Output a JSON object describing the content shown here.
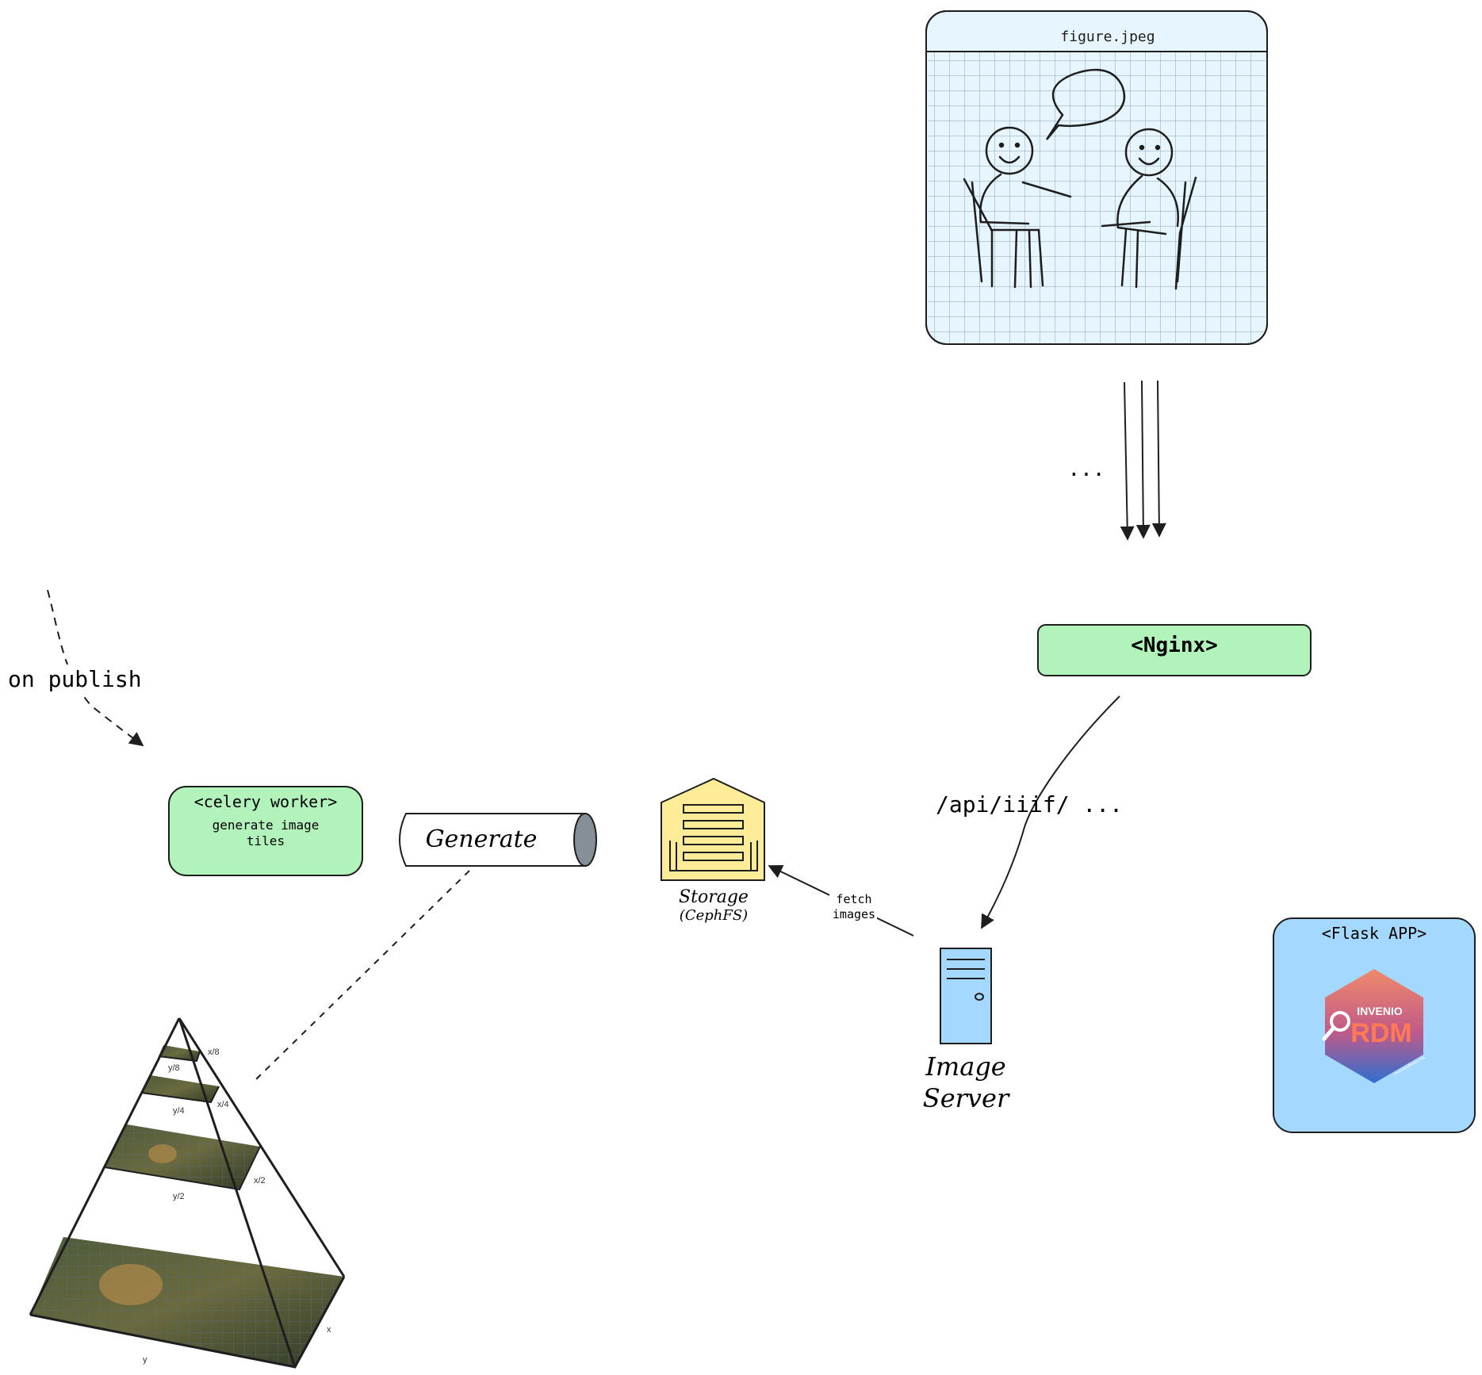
{
  "figure_card": {
    "title": "figure.jpeg"
  },
  "ellipsis": "...",
  "nginx": {
    "label": "<Nginx>"
  },
  "route_label": "/api/iiif/ ...",
  "on_publish": "on publish",
  "celery": {
    "title": "<celery worker>",
    "line1": "generate image",
    "line2": "tiles"
  },
  "generate": {
    "label": "Generate"
  },
  "storage": {
    "label": "Storage",
    "sublabel": "(CephFS)"
  },
  "fetch": {
    "line1": "fetch",
    "line2": "images"
  },
  "image_server": {
    "line1": "Image",
    "line2": "Server"
  },
  "flask": {
    "title": "<Flask APP>",
    "logo_top": "INVENIO",
    "logo_main": "RDM",
    "logo_url": "inveniosoftware.org"
  },
  "pyramid": {
    "labels": [
      "x/8",
      "y/8",
      "x/4",
      "y/4",
      "x/2",
      "y/2",
      "x",
      "y"
    ]
  },
  "colors": {
    "green_fill": "#b2f2bb",
    "blue_fill": "#a5d8ff",
    "light_blue_fill": "#e7f5ff",
    "yellow_fill": "#ffec99",
    "stroke": "#1e1e1e"
  }
}
